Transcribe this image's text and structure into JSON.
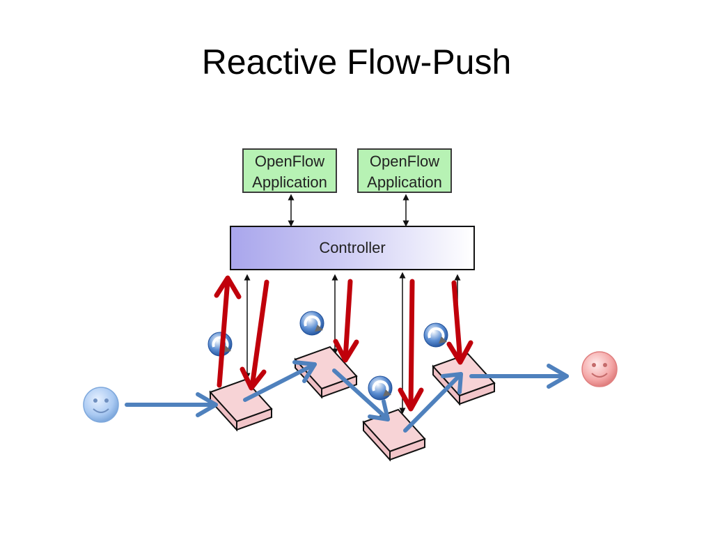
{
  "slide": {
    "title": "Reactive Flow-Push"
  },
  "diagram": {
    "apps": [
      {
        "line1": "OpenFlow",
        "line2": "Application"
      },
      {
        "line1": "OpenFlow",
        "line2": "Application"
      }
    ],
    "controller_label": "Controller",
    "colors": {
      "app_fill": "#b7f2b4",
      "controller_gradient_start": "#a9a6ec",
      "switch_fill": "#f7d3d6",
      "control_arrow": "#c0000b",
      "data_arrow": "#4f81bd",
      "source_host": "#a9c9f2",
      "destination_host": "#f4a7a7"
    },
    "icons": [
      "source-host-smiley-icon",
      "destination-host-smiley-icon",
      "switch-icon",
      "flow-rule-icon"
    ]
  }
}
